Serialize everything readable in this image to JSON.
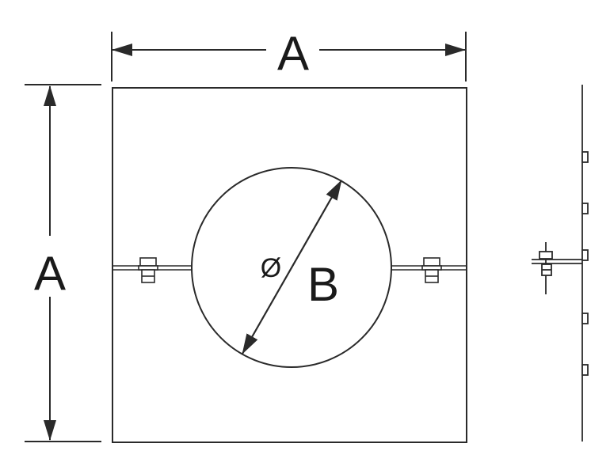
{
  "diagram": {
    "labels": {
      "dimension_top": "A",
      "dimension_left": "A",
      "diameter_symbol": "Ø",
      "diameter_label": "B"
    },
    "colors": {
      "stroke": "#2a2a2a",
      "background": "#ffffff"
    }
  }
}
